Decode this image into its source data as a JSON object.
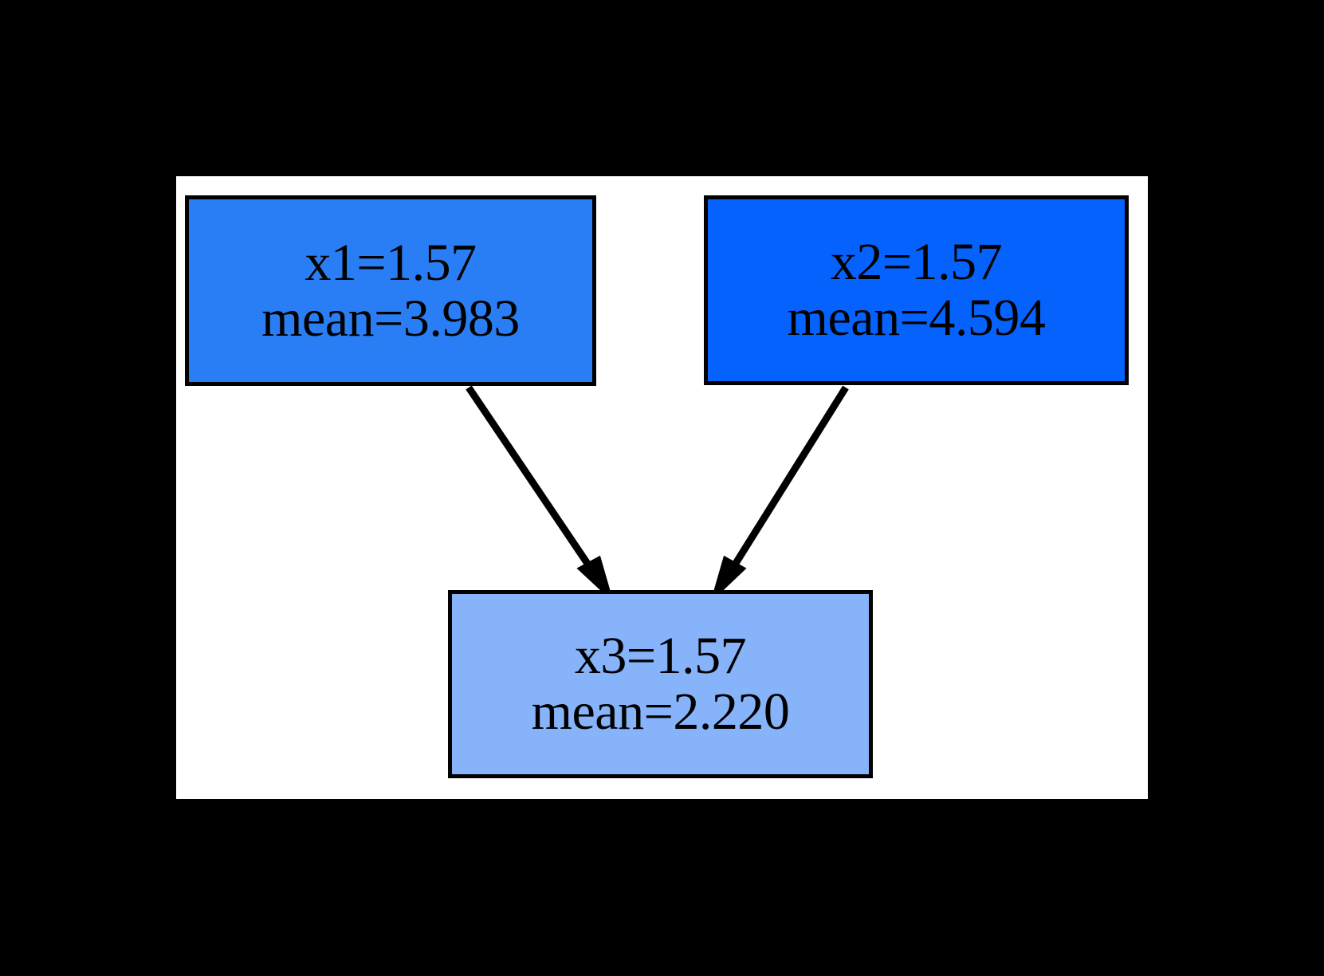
{
  "figure": {
    "background_color": "#000000",
    "canvas_color": "#ffffff",
    "border_color": "#000000"
  },
  "chart_data": {
    "type": "diagram",
    "title": "",
    "layout": "directed-graph",
    "nodes": [
      {
        "id": "x1",
        "variable": "x1",
        "value": "1.57",
        "line1": "x1=1.57",
        "line2": "mean=3.983",
        "mean": 3.983,
        "fill_color": "#2a7ef5",
        "border_color": "#000000",
        "text_color": "#000000"
      },
      {
        "id": "x2",
        "variable": "x2",
        "value": "1.57",
        "line1": "x2=1.57",
        "line2": "mean=4.594",
        "mean": 4.594,
        "fill_color": "#0662fd",
        "border_color": "#000000",
        "text_color": "#000000"
      },
      {
        "id": "x3",
        "variable": "x3",
        "value": "1.57",
        "line1": "x3=1.57",
        "line2": "mean=2.220",
        "mean": 2.22,
        "fill_color": "#86b3f9",
        "border_color": "#000000",
        "text_color": "#000000"
      }
    ],
    "edges": [
      {
        "from": "x1",
        "to": "x3",
        "label": "",
        "arrow": "filled-triangle",
        "color": "#000000"
      },
      {
        "from": "x2",
        "to": "x3",
        "label": "",
        "arrow": "filled-triangle",
        "color": "#000000"
      }
    ]
  }
}
